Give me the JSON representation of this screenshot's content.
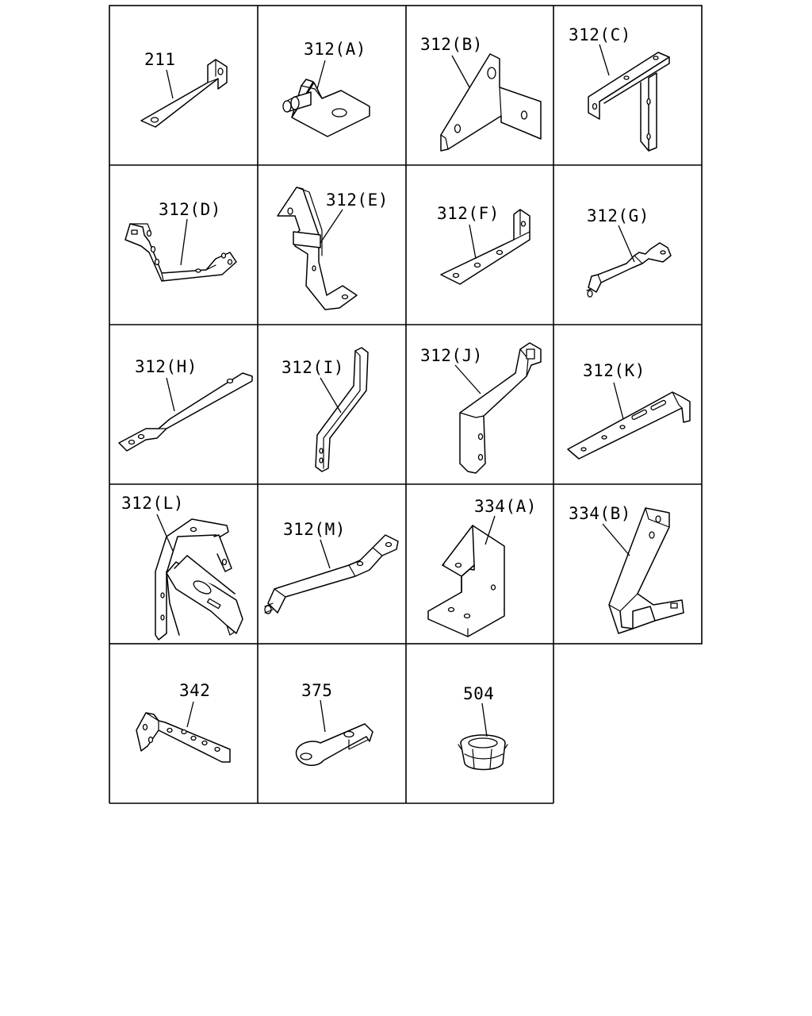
{
  "parts": [
    {
      "id": "p211",
      "label": "211"
    },
    {
      "id": "p312A",
      "label": "312(A)"
    },
    {
      "id": "p312B",
      "label": "312(B)"
    },
    {
      "id": "p312C",
      "label": "312(C)"
    },
    {
      "id": "p312D",
      "label": "312(D)"
    },
    {
      "id": "p312E",
      "label": "312(E)"
    },
    {
      "id": "p312F",
      "label": "312(F)"
    },
    {
      "id": "p312G",
      "label": "312(G)"
    },
    {
      "id": "p312H",
      "label": "312(H)"
    },
    {
      "id": "p312I",
      "label": "312(I)"
    },
    {
      "id": "p312J",
      "label": "312(J)"
    },
    {
      "id": "p312K",
      "label": "312(K)"
    },
    {
      "id": "p312L",
      "label": "312(L)"
    },
    {
      "id": "p312M",
      "label": "312(M)"
    },
    {
      "id": "p334A",
      "label": "334(A)"
    },
    {
      "id": "p334B",
      "label": "334(B)"
    },
    {
      "id": "p342",
      "label": "342"
    },
    {
      "id": "p375",
      "label": "375"
    },
    {
      "id": "p504",
      "label": "504"
    }
  ]
}
